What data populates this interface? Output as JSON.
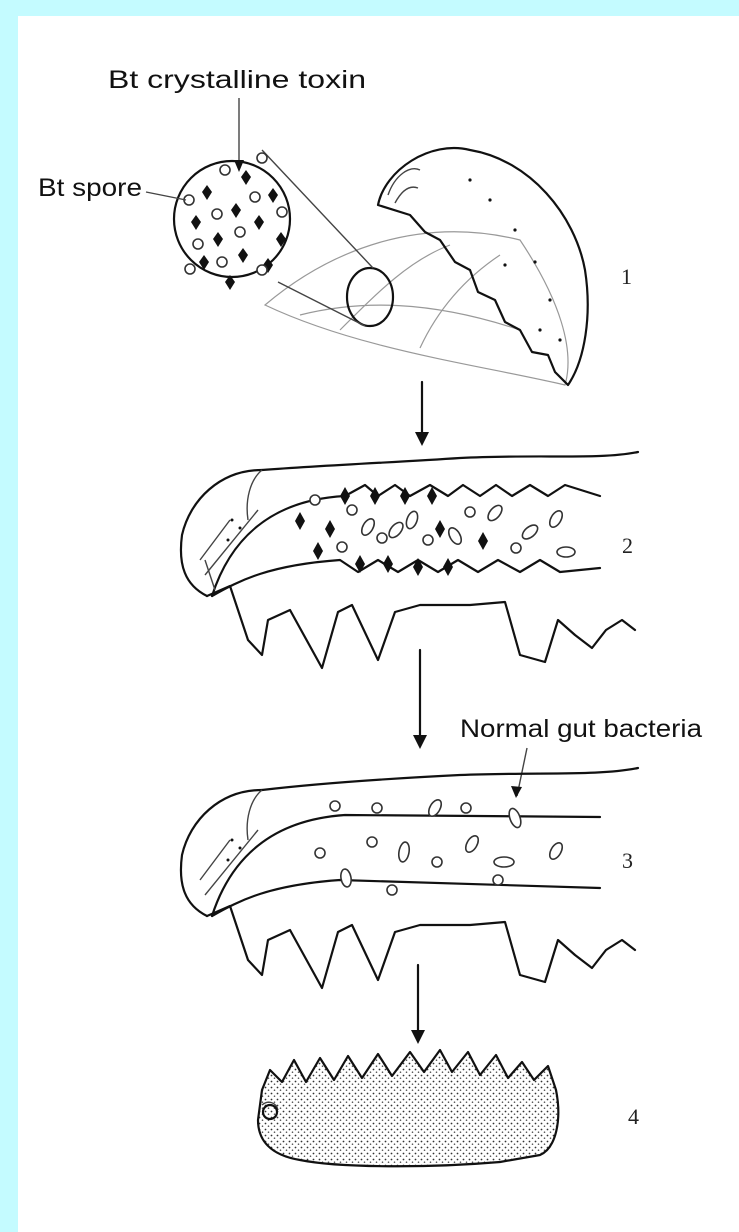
{
  "labels": {
    "toxin": "Bt crystalline toxin",
    "spore": "Bt spore",
    "gut_bacteria": "Normal gut bacteria"
  },
  "stages": [
    "1",
    "2",
    "3",
    "4"
  ],
  "colors": {
    "border": "#c4fbff",
    "panel": "#ffffff",
    "ink": "#111111"
  }
}
